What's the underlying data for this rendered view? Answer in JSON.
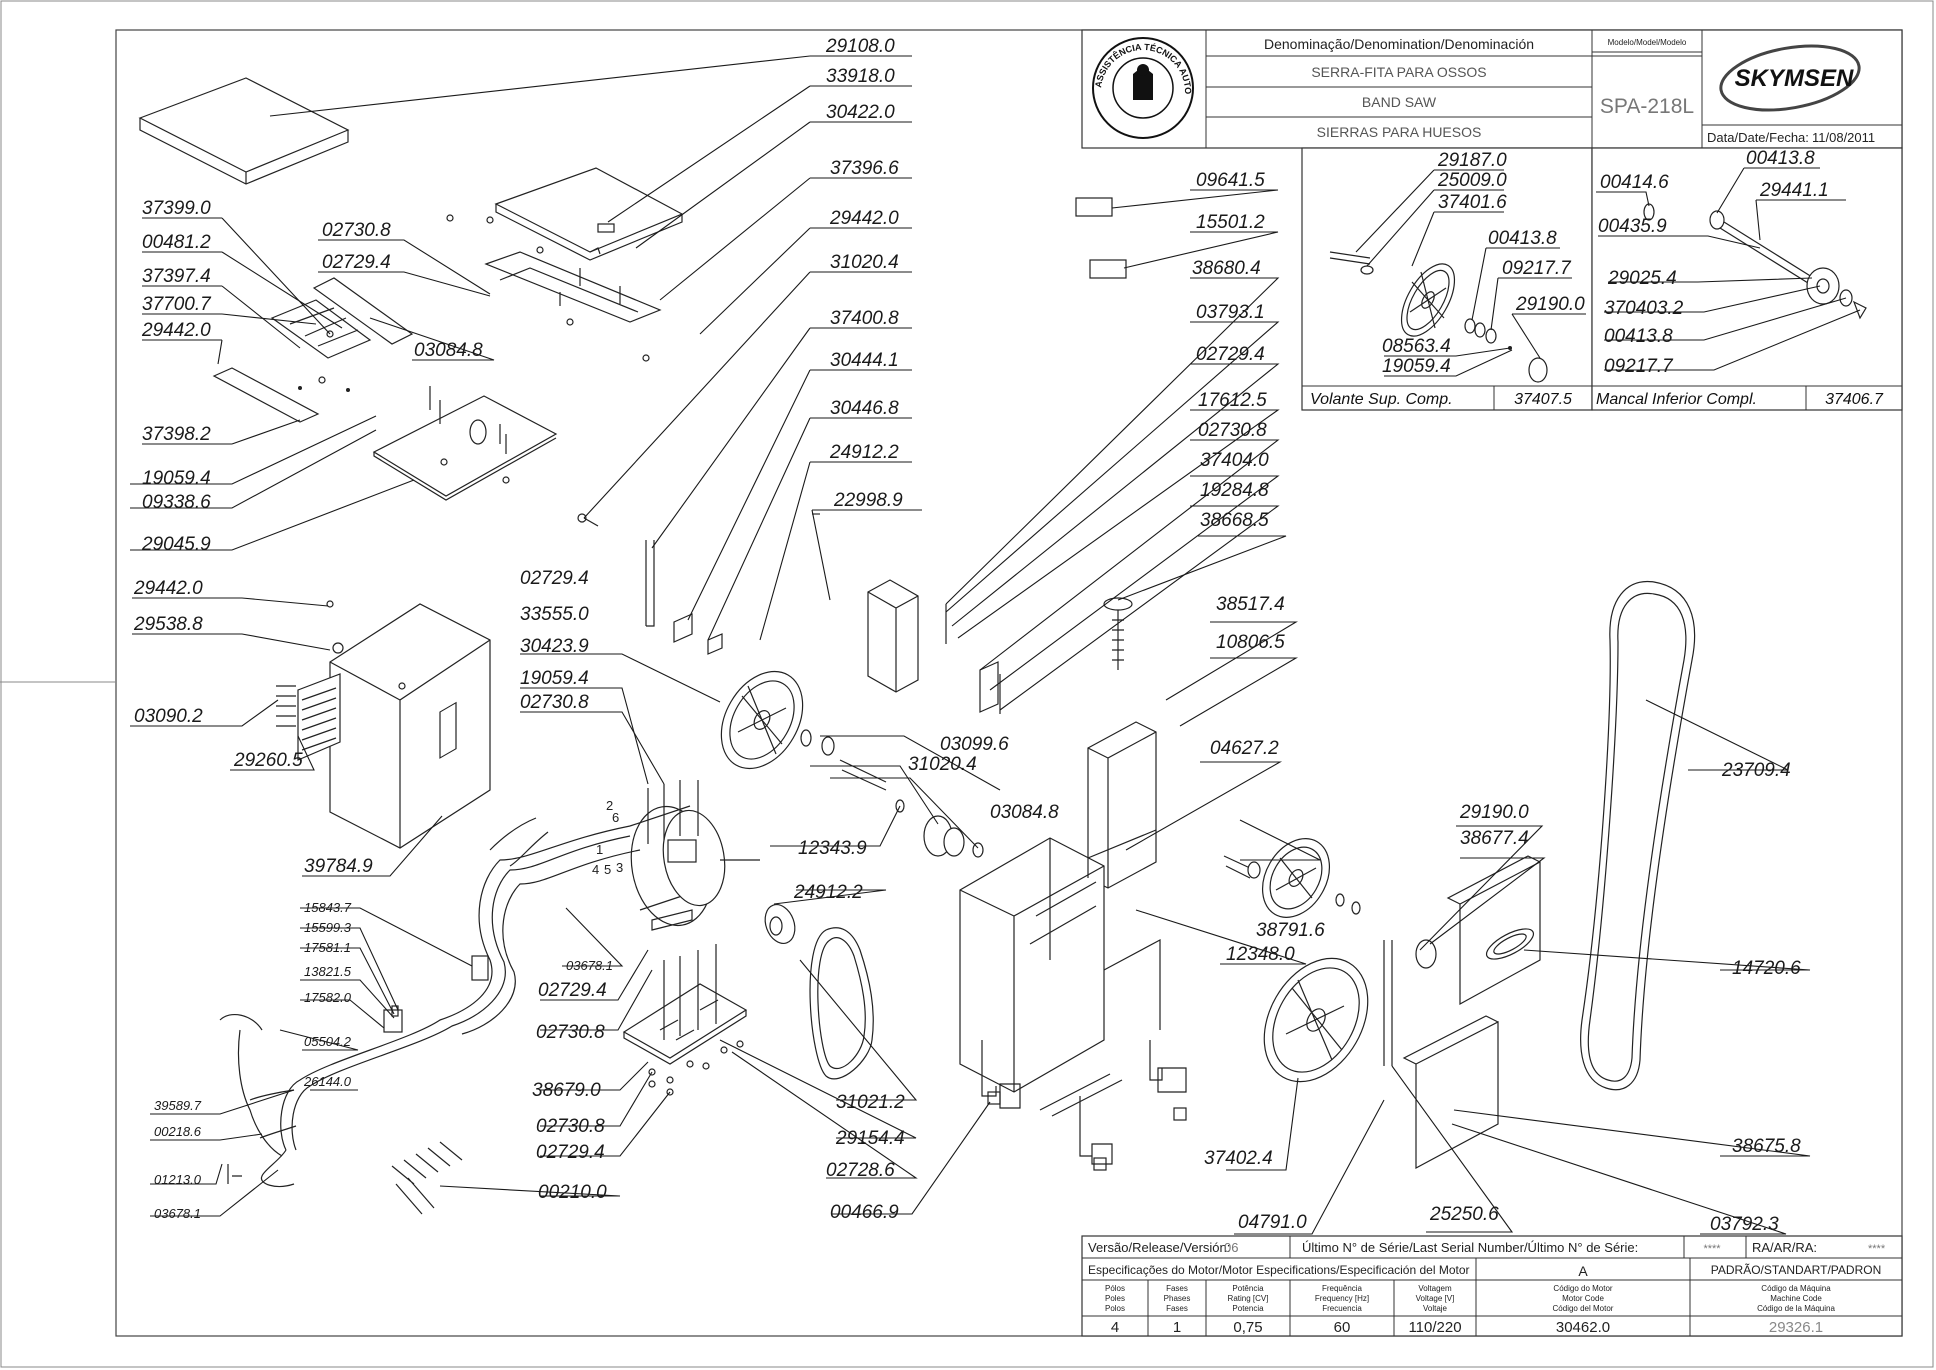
{
  "title_block": {
    "denomination_label": "Denominação/Denomination/Denominación",
    "model_label": "Modelo/Model/Modelo",
    "names": [
      "SERRA-FITA PARA OSSOS",
      "BAND SAW",
      "SIERRAS PARA HUESOS"
    ],
    "model": "SPA-218L",
    "brand": "SKYMSEN",
    "date_label": "Data/Date/Fecha:",
    "date": "11/08/2011",
    "seal_text": "ASSISTÊNCIA TÉCNICA AUTORIZADA"
  },
  "inset_upper_wheel": {
    "title": "Volante Sup. Comp.",
    "code": "37407.5",
    "refs": [
      "29187.0",
      "25009.0",
      "37401.6",
      "00413.8",
      "09217.7",
      "29190.0",
      "08563.4",
      "19059.4"
    ]
  },
  "inset_lower_bearing": {
    "title": "Mancal Inferior Compl.",
    "code": "37406.7",
    "refs": [
      "00414.6",
      "00413.8",
      "29441.1",
      "00435.9",
      "29025.4",
      "370403.2",
      "00413.8",
      "09217.7"
    ]
  },
  "part_refs": {
    "r29108_0": "29108.0",
    "r33918_0": "33918.0",
    "r30422_0": "30422.0",
    "r37396_6": "37396.6",
    "r29442_0a": "29442.0",
    "r31020_4a": "31020.4",
    "r37400_8": "37400.8",
    "r30444_1": "30444.1",
    "r30446_8": "30446.8",
    "r24912_2a": "24912.2",
    "r22998_9": "22998.9",
    "r37399_0": "37399.0",
    "r00481_2": "00481.2",
    "r37397_4": "37397.4",
    "r37700_7": "37700.7",
    "r29442_0b": "29442.0",
    "r02730_8a": "02730.8",
    "r02729_4a": "02729.4",
    "r03084_8a": "03084.8",
    "r37398_2": "37398.2",
    "r19059_4a": "19059.4",
    "r09338_6": "09338.6",
    "r29045_9": "29045.9",
    "r29442_0c": "29442.0",
    "r29538_8": "29538.8",
    "r03090_2": "03090.2",
    "r29260_5": "29260.5",
    "r39784_9": "39784.9",
    "r09641_5": "09641.5",
    "r15501_2": "15501.2",
    "r38680_4": "38680.4",
    "r03793_1": "03793.1",
    "r02729_4b": "02729.4",
    "r17612_5": "17612.5",
    "r02730_8b": "02730.8",
    "r37404_0": "37404.0",
    "r19284_8": "19284.8",
    "r38668_5": "38668.5",
    "r38517_4": "38517.4",
    "r10806_5": "10806.5",
    "r04627_2": "04627.2",
    "r38791_6": "38791.6",
    "r12348_0": "12348.0",
    "r02729_4c": "02729.4",
    "r33555_0": "33555.0",
    "r30423_9": "30423.9",
    "r19059_4b": "19059.4",
    "r02730_8c": "02730.8",
    "r03099_6": "03099.6",
    "r31020_4b": "31020.4",
    "r03084_8b": "03084.8",
    "r12343_9": "12343.9",
    "r24912_2b": "24912.2",
    "r15843_7": "15843.7",
    "r15599_3": "15599.3",
    "r17581_1": "17581.1",
    "r13821_5": "13821.5",
    "r17582_0": "17582.0",
    "r03678_1a": "03678.1",
    "r05504_2": "05504.2",
    "r26144_0": "26144.0",
    "r39589_7": "39589.7",
    "r00218_6": "00218.6",
    "r01213_0": "01213.0",
    "r03678_1b": "03678.1",
    "r00210_0": "00210.0",
    "r02729_4d": "02729.4",
    "r02730_8d": "02730.8",
    "r38679_0": "38679.0",
    "r02730_8e": "02730.8",
    "r02729_4e": "02729.4",
    "r31021_2": "31021.2",
    "r29154_4": "29154.4",
    "r02728_6": "02728.6",
    "r00466_9": "00466.9",
    "r23709_4": "23709.4",
    "r29190_0": "29190.0",
    "r38677_4": "38677.4",
    "r14720_6": "14720.6",
    "r38675_8": "38675.8",
    "r03792_3": "03792.3",
    "r25250_6": "25250.6",
    "r04791_0": "04791.0",
    "r37402_4": "37402.4",
    "wire_2": "2",
    "wire_6": "6",
    "wire_1": "1",
    "wire_4": "4",
    "wire_5": "5",
    "wire_3": "3"
  },
  "footer": {
    "version_label": "Versão/Release/Versión:",
    "version": "06",
    "serial_label": "Último N° de Série/Last Serial Number/Último N° de Série:",
    "serial": "****",
    "ra_label": "RA/AR/RA:",
    "ra": "****",
    "motor_spec_label": "Especificações do Motor/Motor Especifications/Especificación del Motor",
    "motor_class": "A",
    "standard_label": "PADRÃO/STANDART/PADRON",
    "headers": [
      [
        "Pólos",
        "Poles",
        "Polos"
      ],
      [
        "Fases",
        "Phases",
        "Fases"
      ],
      [
        "Potência",
        "Rating [CV]",
        "Potencia"
      ],
      [
        "Frequência",
        "Frequency [Hz]",
        "Frecuencia"
      ],
      [
        "Voltagem",
        "Voltage [V]",
        "Voltaje"
      ],
      [
        "Código do Motor",
        "Motor Code",
        "Código del Motor"
      ],
      [
        "Código da Máquina",
        "Machine Code",
        "Código de la Máquina"
      ]
    ],
    "values": [
      "4",
      "1",
      "0,75",
      "60",
      "110/220",
      "30462.0",
      "29326.1"
    ]
  }
}
